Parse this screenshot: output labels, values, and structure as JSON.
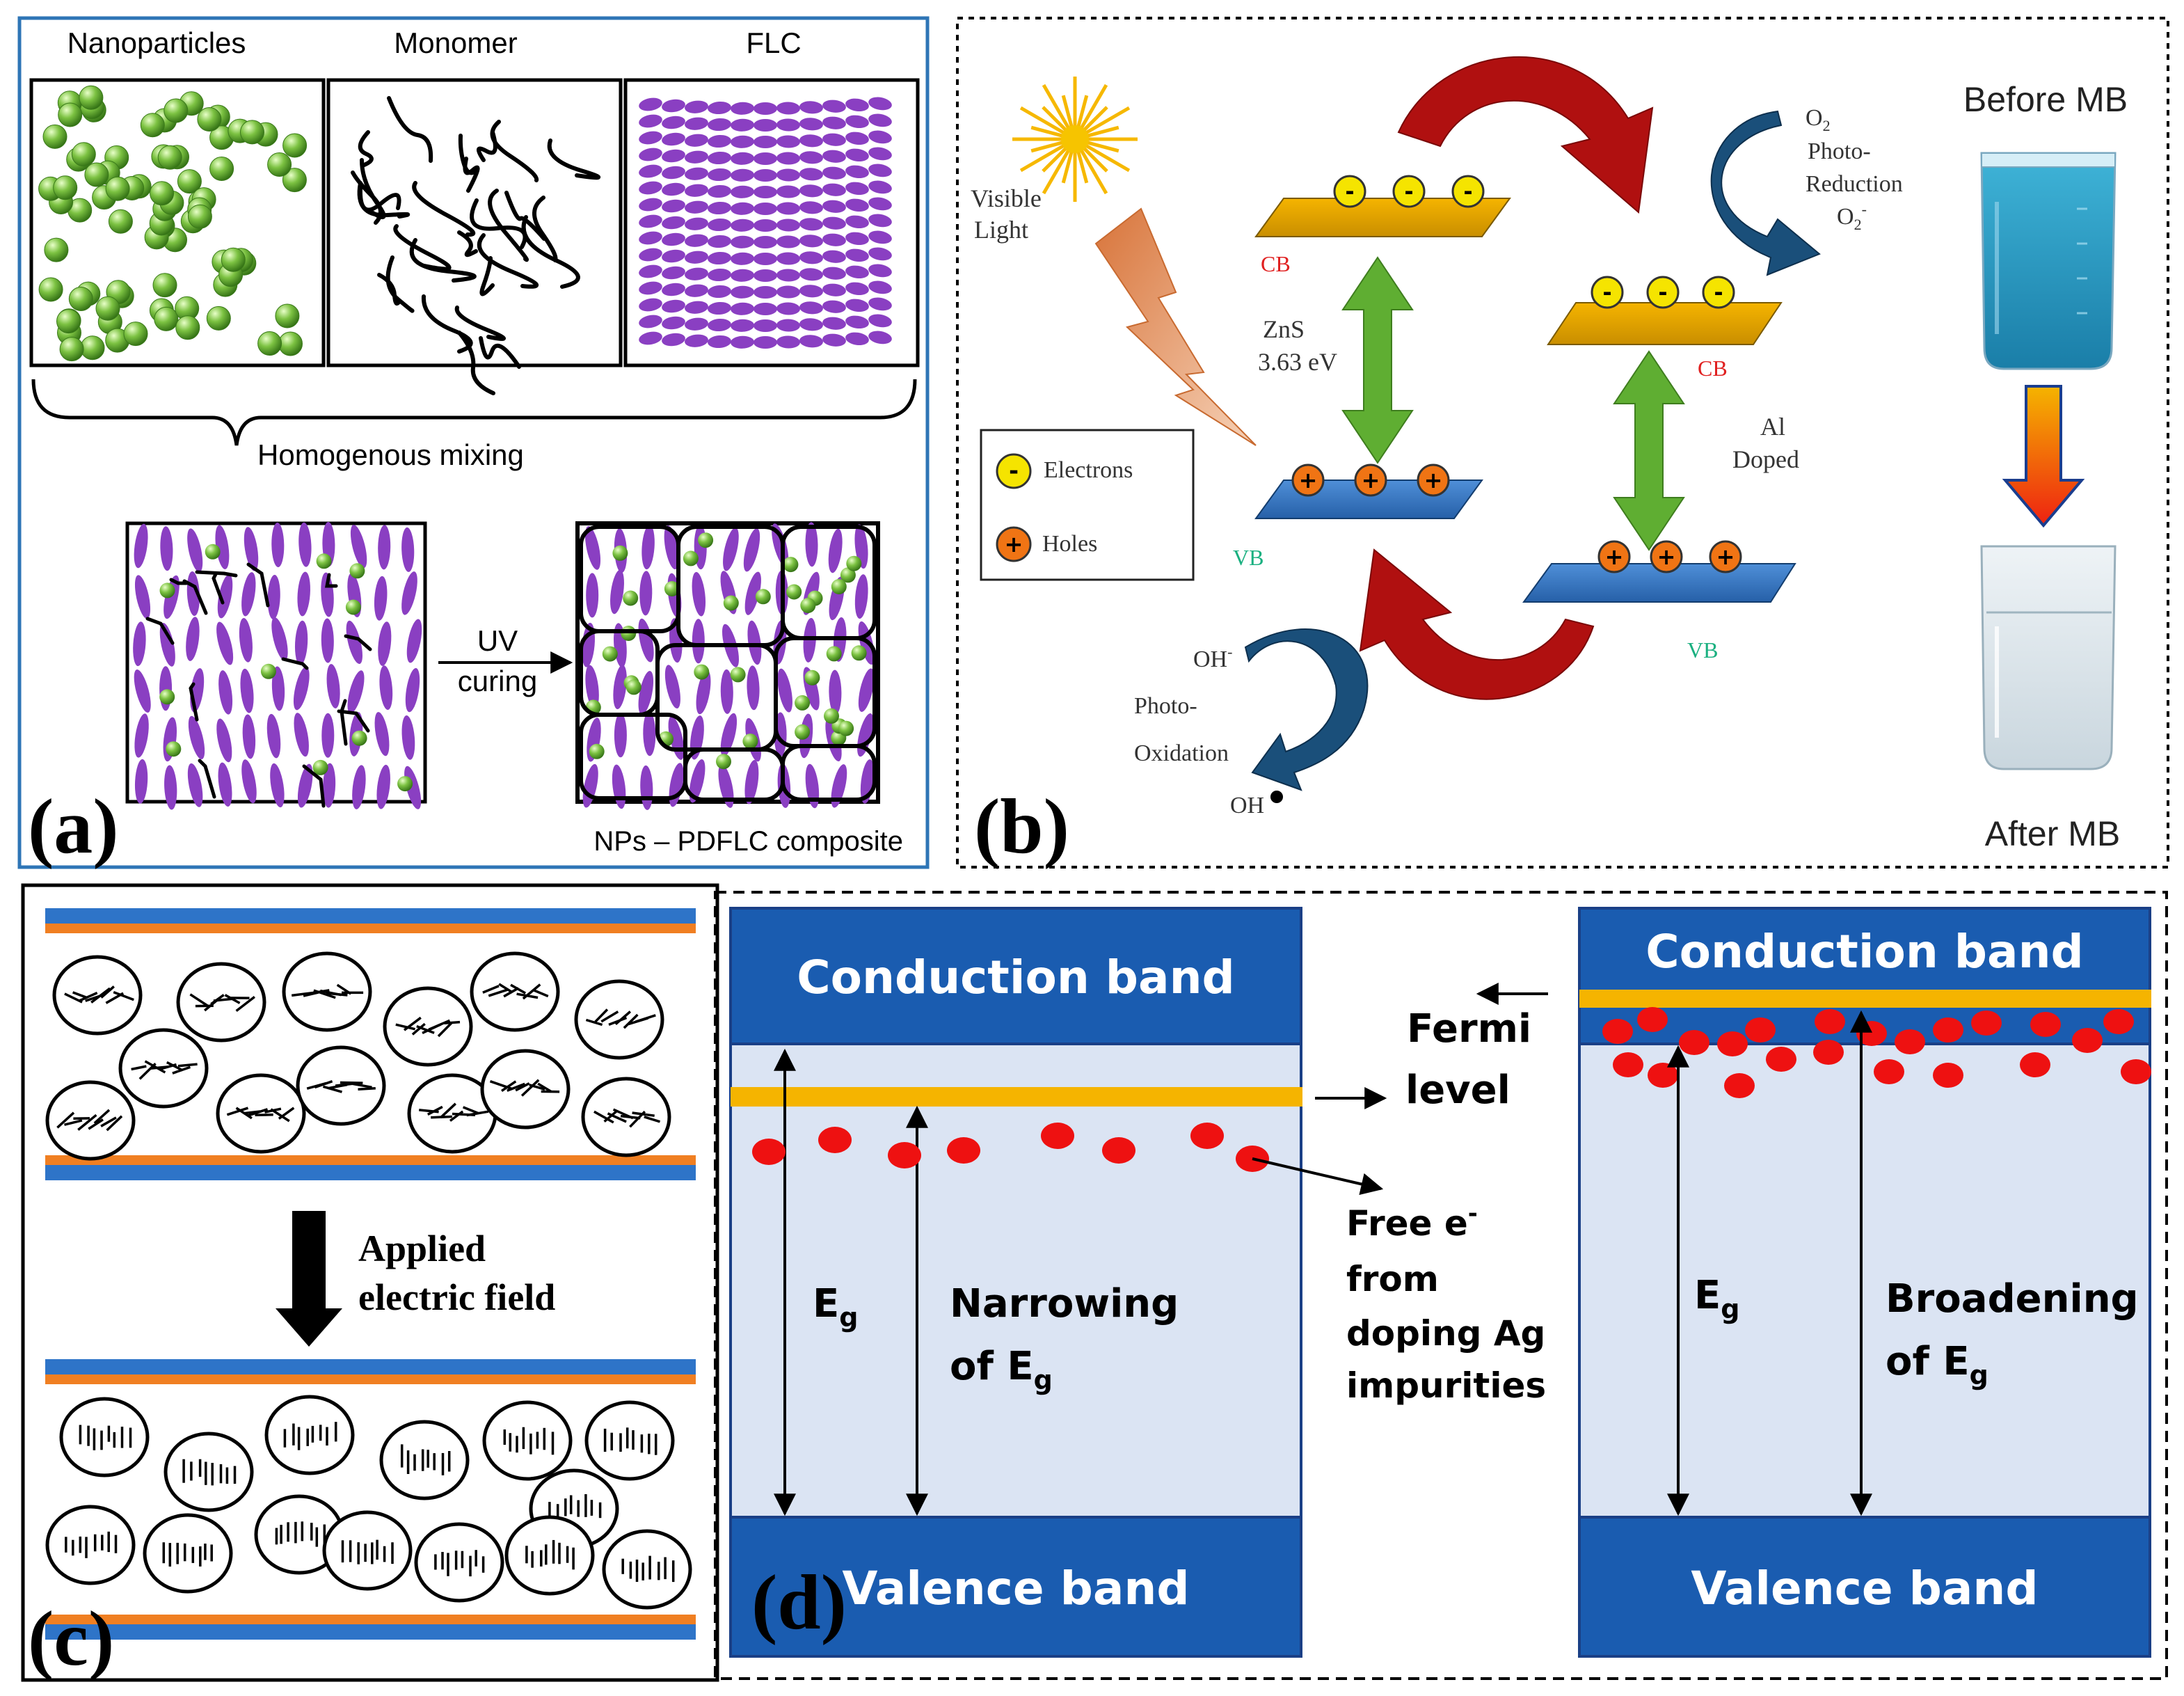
{
  "panel_a": {
    "label": "(a)",
    "titles": [
      "Nanoparticles",
      "Monomer",
      "FLC"
    ],
    "mixing": "Homogenous mixing",
    "uv_line1": "UV",
    "uv_line2": "curing",
    "composite": "NPs – PDFLC composite"
  },
  "panel_b": {
    "label": "(b)",
    "visible_light_1": "Visible",
    "visible_light_2": "Light",
    "cb": "CB",
    "vb": "VB",
    "zns_1": "ZnS",
    "zns_2": "3.63 eV",
    "al_1": "Al",
    "al_2": "Doped",
    "o2": "O",
    "o2_sub": "2",
    "photo_red_1": "Photo-",
    "photo_red_2": "Reduction",
    "o2_minus": "O",
    "o2_minus_sub": "2",
    "o2_minus_sup": "-",
    "oh_minus": "OH",
    "oh_minus_sup": "-",
    "photo_ox_1": "Photo-",
    "photo_ox_2": "Oxidation",
    "oh_radical": "OH",
    "legend_electrons": "Electrons",
    "legend_holes": "Holes",
    "before": "Before MB",
    "after": "After MB",
    "electron_sign": "-",
    "hole_sign": "+"
  },
  "panel_c": {
    "label": "(c)",
    "field_1": "Applied",
    "field_2": "electric field"
  },
  "panel_d": {
    "label": "(d)",
    "conduction": "Conduction band",
    "valence": "Valence band",
    "fermi_1": "Fermi",
    "fermi_2": "level",
    "free_1": "Free e",
    "free_sup": "-",
    "free_2": "from",
    "free_3": "doping Ag",
    "free_4": "impurities",
    "eg_main": "E",
    "eg_sub": "g",
    "narrowing_1": "Narrowing",
    "narrowing_2": "of E",
    "broadening_1": "Broadening",
    "broadening_2": "of E"
  },
  "colors": {
    "frame_a": "#2e75b6",
    "green": "#7cc242",
    "purple": "#8a3fc2",
    "band_blue": "#1a5cb0",
    "gap_fill": "#dbe4f3",
    "fermi": "#f5b400",
    "electron_red": "#ee1111",
    "electrode_blue": "#2e74c8",
    "electrode_orange": "#f07f22",
    "yellow": "#f5e400",
    "hole_orange": "#f07414",
    "arrow_red": "#b41212",
    "arrow_green": "#5fae32",
    "arrow_dark_blue": "#1a4f7a"
  }
}
